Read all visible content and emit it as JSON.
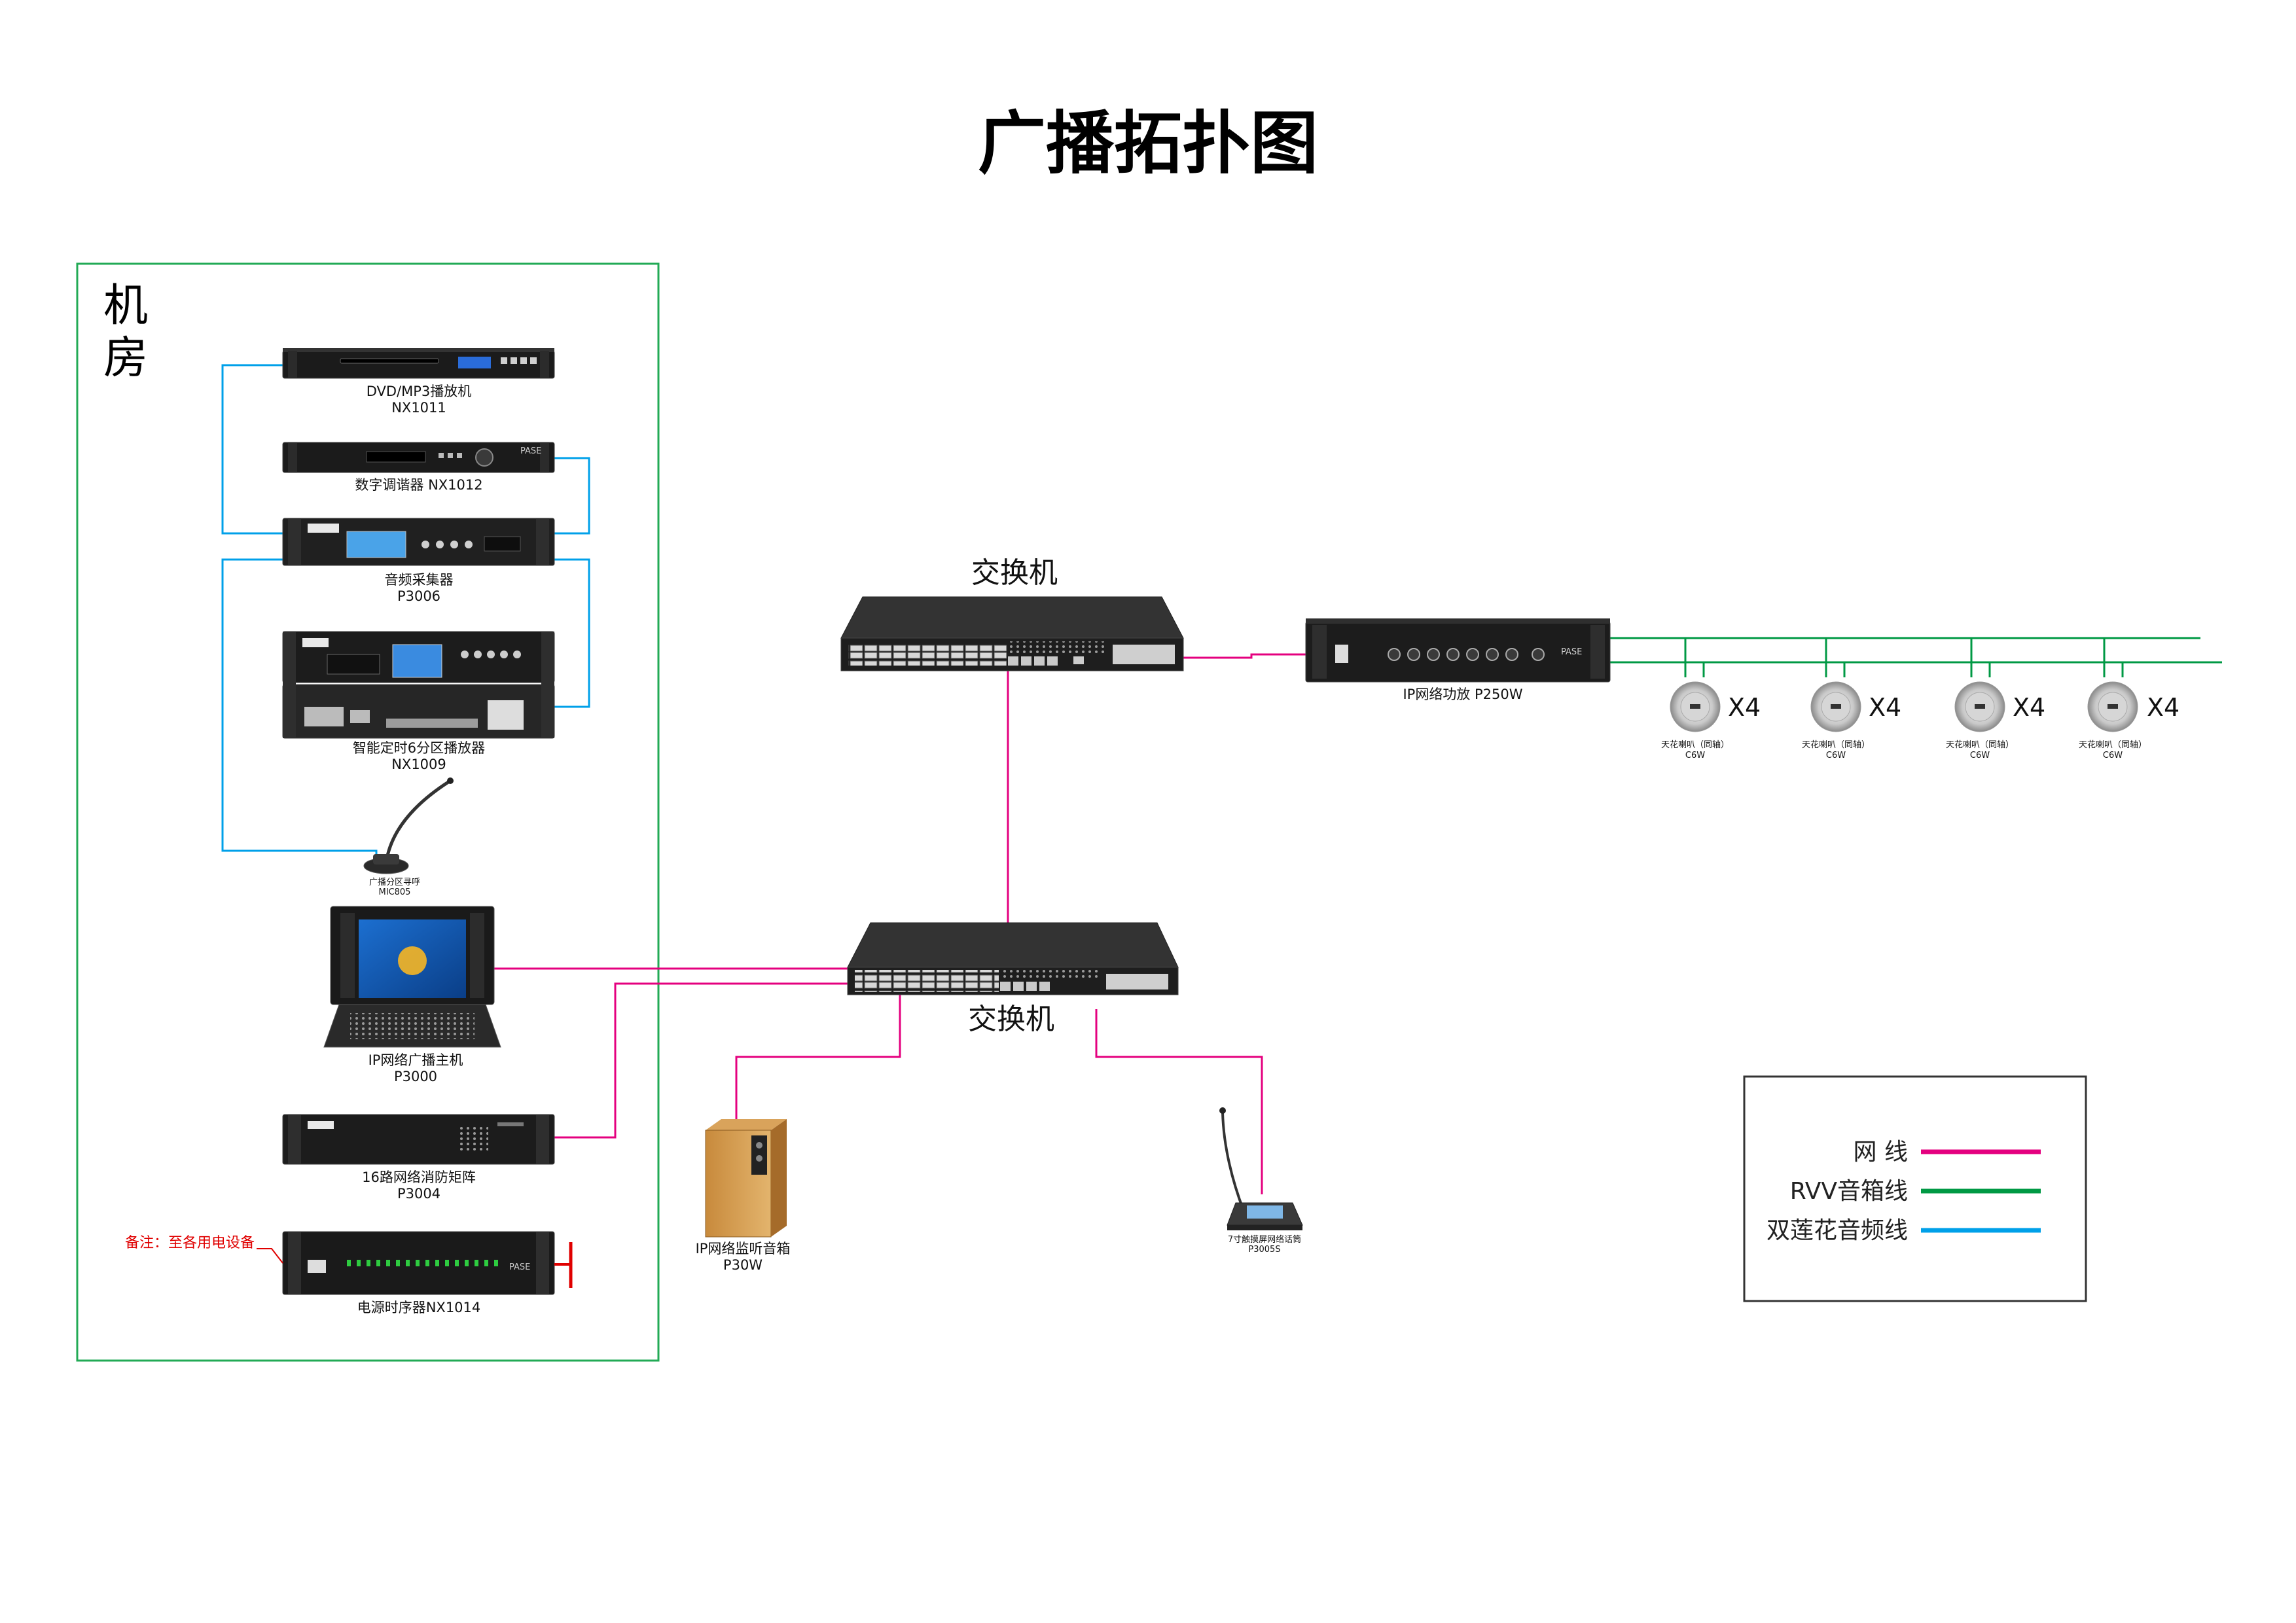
{
  "title": "广播拓扑图",
  "room_label": [
    "机",
    "房"
  ],
  "switches": {
    "top_label": "交换机",
    "bottom_label": "交换机"
  },
  "devices": {
    "dvd": {
      "name": "DVD/MP3播放机",
      "model": "NX1011"
    },
    "tuner": {
      "name": "数字调谐器 NX1012"
    },
    "collector": {
      "name": "音频采集器",
      "model": "P3006"
    },
    "zone_player": {
      "name": "智能定时6分区播放器",
      "model": "NX1009"
    },
    "mic": {
      "name": "广播分区寻呼",
      "model": "MIC805"
    },
    "host": {
      "name": "IP网络广播主机",
      "model": "P3000"
    },
    "fire_matrix": {
      "name": "16路网络消防矩阵",
      "model": "P3004"
    },
    "sequencer": {
      "name": "电源时序器NX1014"
    },
    "monitor_speaker": {
      "name": "IP网络监听音箱",
      "model": "P30W"
    },
    "paging": {
      "name": "7寸触摸屏网络话筒",
      "model": "P3005S"
    },
    "amp": {
      "name": "IP网络功放  P250W"
    }
  },
  "brand_mark": "PASE",
  "note": "备注：至各用电设备",
  "speakers": [
    {
      "name": "天花喇叭（同轴）",
      "power": "C6W",
      "qty": "X4"
    },
    {
      "name": "天花喇叭（同轴）",
      "power": "C6W",
      "qty": "X4"
    },
    {
      "name": "天花喇叭（同轴）",
      "power": "C6W",
      "qty": "X4"
    },
    {
      "name": "天花喇叭（同轴）",
      "power": "C6W",
      "qty": "X4"
    }
  ],
  "legend": [
    {
      "label": "网    线",
      "color": "#e4007f"
    },
    {
      "label": "RVV音箱线",
      "color": "#009944"
    },
    {
      "label": "双莲花音频线",
      "color": "#00a0e9"
    }
  ],
  "colors": {
    "network": "#e4007f",
    "rvv": "#009944",
    "rca": "#00a0e9",
    "room_border": "#22aa55",
    "note": "#e00000"
  }
}
